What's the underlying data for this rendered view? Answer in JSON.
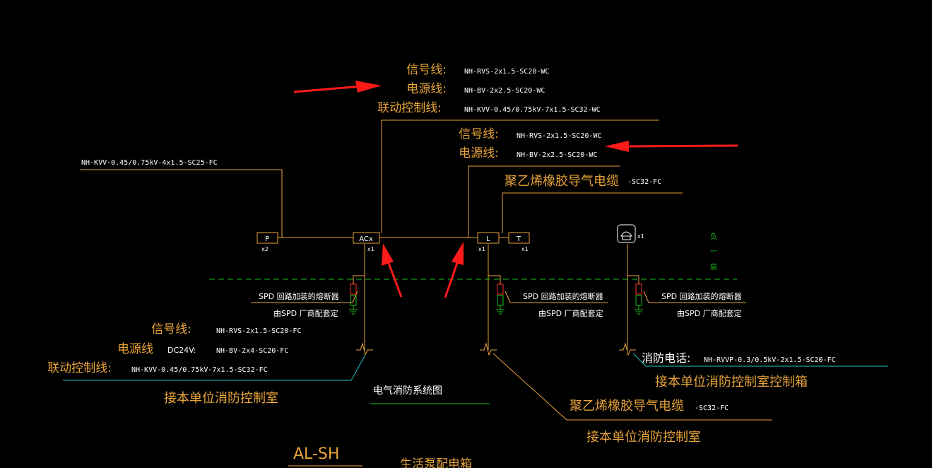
{
  "colors": {
    "background": "#000000",
    "wire": "#e8a43a",
    "text_cn": "#e8a43a",
    "text_white": "#ffffff",
    "floor_line": "#19c219",
    "annotation_arrow": "#ff1a1a",
    "underline_green": "#19c219",
    "underline_cyan": "#19c3c3",
    "spd_red": "#ff3030",
    "spd_green": "#19c219"
  },
  "top_group": {
    "signal_label": "信号线:",
    "signal_spec": "NH-RVS-2x1.5-SC20-WC",
    "power_label": "电源线:",
    "power_spec": "NH-BV-2x2.5-SC20-WC",
    "control_label": "联动控制线:",
    "control_spec": "NH-KVV-0.45/0.75kV-7x1.5-SC32-WC"
  },
  "mid_group": {
    "signal_label": "信号线:",
    "signal_spec": "NH-RVS-2x1.5-SC20-WC",
    "power_label": "电源线:",
    "power_spec": "NH-BV-2x2.5-SC20-WC",
    "cable_label": "聚乙烯橡胶导气电缆",
    "cable_spec": "-SC32-FC"
  },
  "left_cable": "NH-KVV-0.45/0.75kV-4x1.5-SC25-FC",
  "devices": {
    "p_label": "P",
    "p_count": "x2",
    "acx_label": "ACx",
    "acx_count": "x1",
    "l_label": "L",
    "l_count": "x1",
    "t_label": "T",
    "t_count": "x1",
    "phone_count": "x1"
  },
  "floor_label": [
    "负",
    "一",
    "层"
  ],
  "spd": {
    "line1": "SPD  回路加装的熔断器",
    "line2": "由SPD  厂商配套定"
  },
  "bottom_left": {
    "signal_label": "信号线:",
    "signal_spec": "NH-RVS-2x1.5-SC20-FC",
    "power_label": "电源线",
    "power_volt": "DC24V:",
    "power_spec": "NH-BV-2x4-SC20-FC",
    "control_label": "联动控制线:",
    "control_spec": "NH-KVV-0.45/0.75kV-7x1.5-SC32-FC",
    "destination": "接本单位消防控制室"
  },
  "diagram_title": "电气消防系统图",
  "bottom_center": {
    "cable_label": "聚乙烯橡胶导气电缆",
    "cable_spec": "-SC32-FC",
    "destination": "接本单位消防控制室"
  },
  "bottom_right": {
    "phone_label": "消防电话:",
    "phone_spec": "NH-RVVP-0.3/0.5kV-2x1.5-SC20-FC",
    "destination": "接本单位消防控制室控制箱"
  },
  "panel_label": "AL-SH",
  "panel_caption": "生活泵配电箱"
}
